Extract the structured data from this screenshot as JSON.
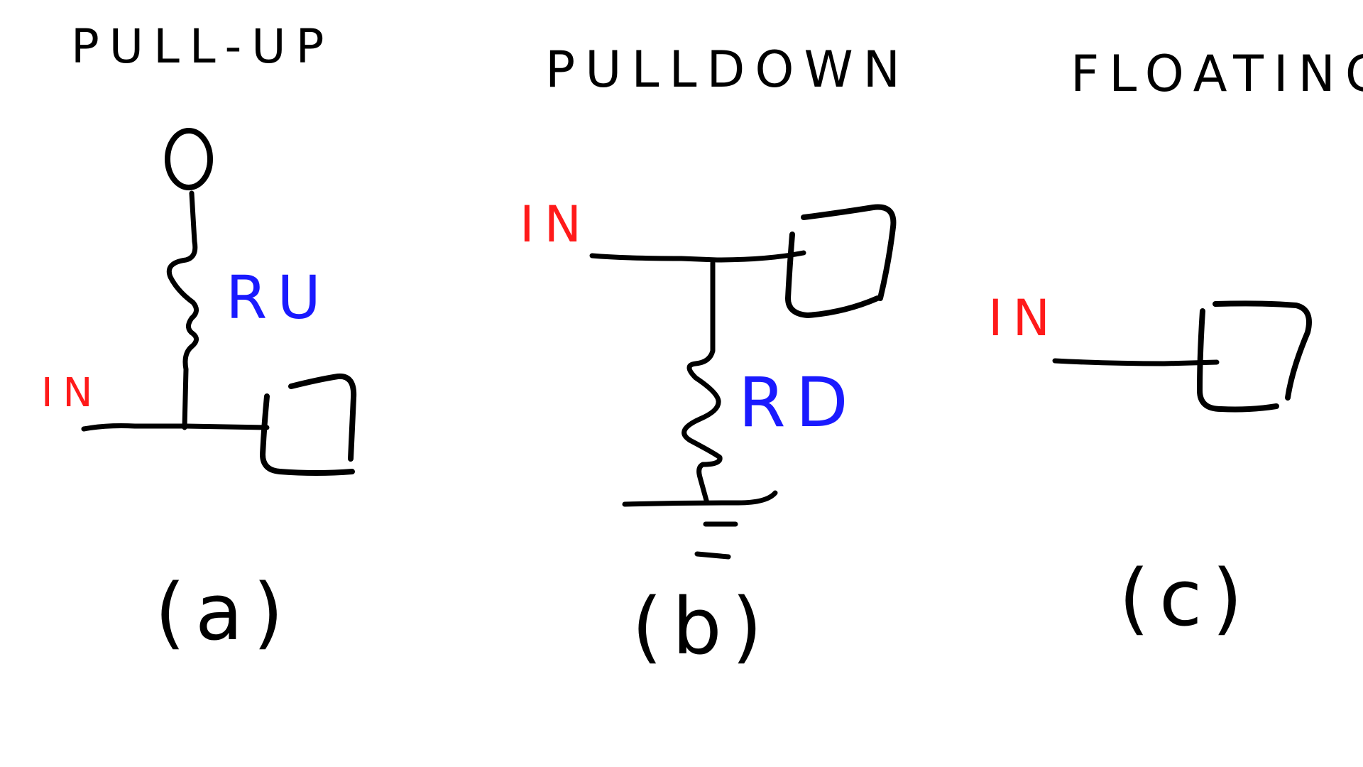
{
  "colors": {
    "ink": "#000000",
    "input_label": "#ff1a1a",
    "resistor_label": "#1a1aff",
    "background": "#ffffff"
  },
  "panels": [
    {
      "title": "PULL-UP",
      "input_label": "IN",
      "resistor_label": "RU",
      "caption": "(a)"
    },
    {
      "title": "PULLDOWN",
      "input_label": "IN",
      "resistor_label": "RD",
      "caption": "(b)"
    },
    {
      "title": "FLOATING",
      "input_label": "IN",
      "caption": "(c)"
    }
  ]
}
